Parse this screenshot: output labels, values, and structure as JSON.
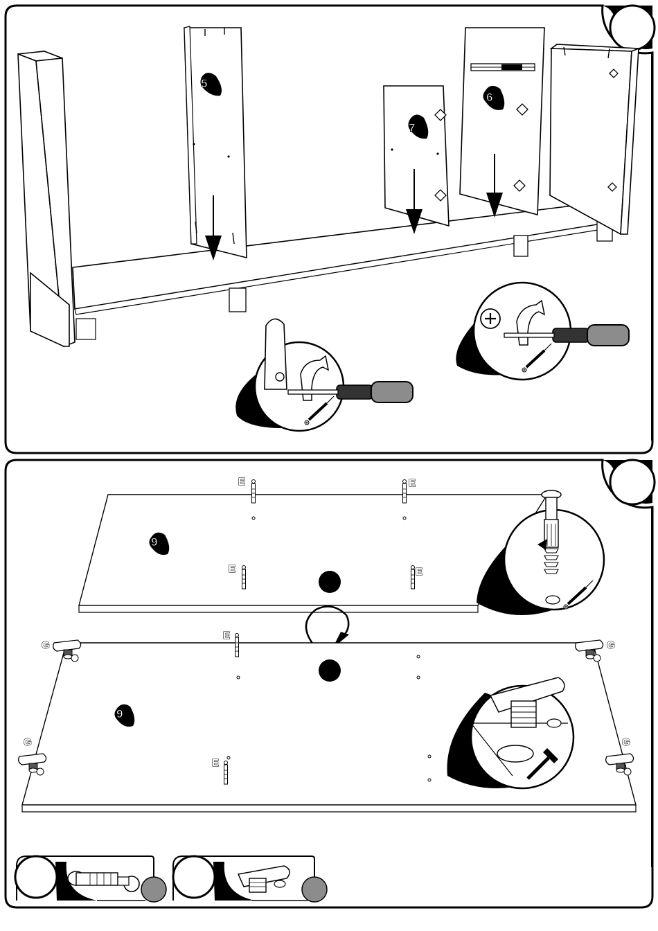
{
  "panel_top": {
    "part_labels": [
      "5",
      "7",
      "6"
    ]
  },
  "panel_bottom": {
    "board_label": "9",
    "fastener_labels": {
      "dowel": "E",
      "cam": "G"
    }
  },
  "colors": {
    "ink": "#000000",
    "paper": "#ffffff",
    "shade": "#8c8c8c",
    "handle": "#555555"
  }
}
